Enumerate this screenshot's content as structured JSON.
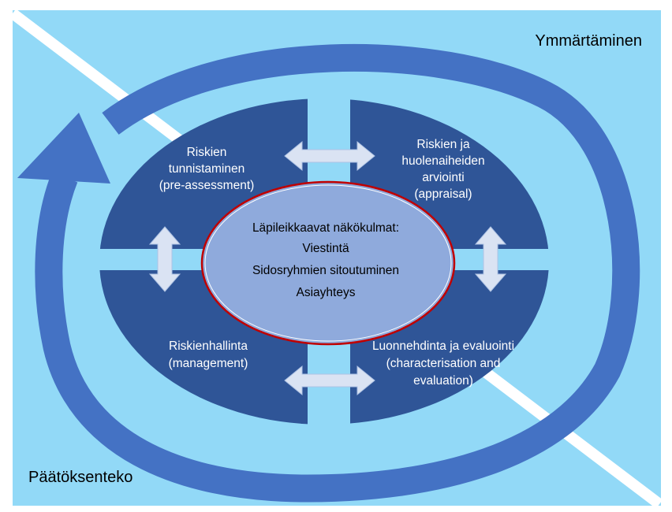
{
  "corners": {
    "top_right": "Ymmärtäminen",
    "bottom_left": "Päätöksenteko"
  },
  "quadrants": {
    "top_left": [
      "Riskien",
      "tunnistaminen",
      "(pre-assessment)"
    ],
    "top_right": [
      "Riskien ja",
      "huolenaiheiden",
      "arviointi",
      "(appraisal)"
    ],
    "bottom_left": [
      "Riskienhallinta",
      "(management)"
    ],
    "bottom_right": [
      "Luonnehdinta ja evaluointi",
      "(characterisation and",
      "evaluation)"
    ]
  },
  "center": {
    "lines": [
      "Läpileikkaavat näkökulmat:",
      "Viestintä",
      "Sidosryhmien sitoutuminen",
      "Asiayhteys"
    ]
  },
  "colors": {
    "background": "#92D9F7",
    "diagonal": "#ffffff",
    "ring": "#4472C4",
    "quadrant": "#2F5597",
    "center_fill": "#8FAADC",
    "center_border": "#C00000",
    "connector": "#DAE3F3"
  }
}
